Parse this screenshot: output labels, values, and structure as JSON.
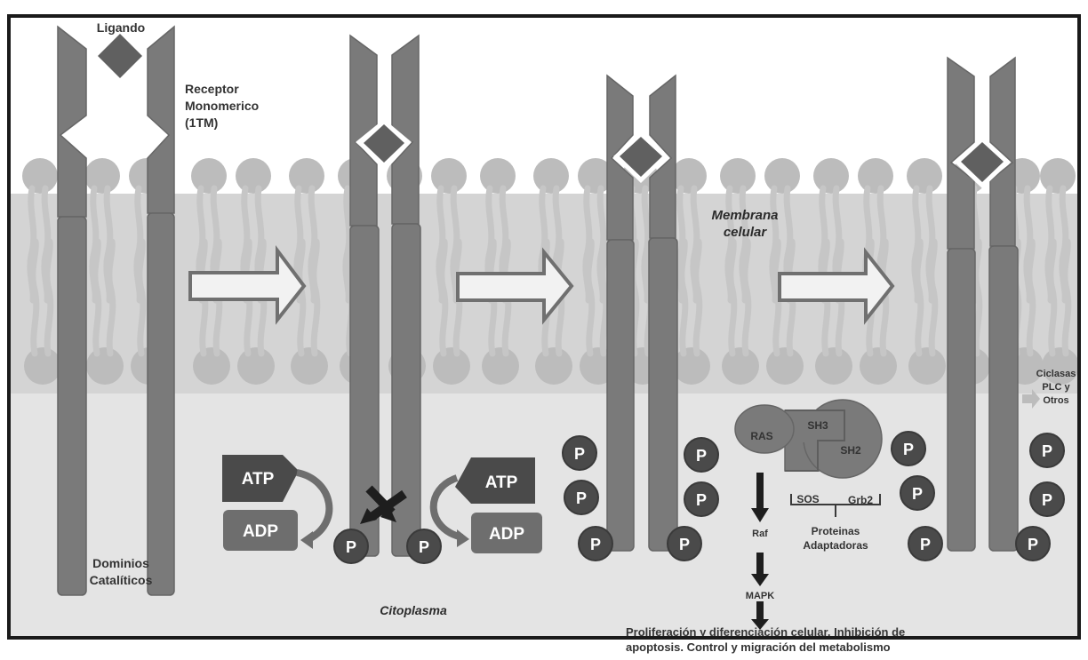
{
  "title": "Receptor Tirosina Quinasa - Mecanismo de activación",
  "labels": {
    "ligand": "Ligando",
    "receptor_line1": "Receptor",
    "receptor_line2": "Monomerico",
    "receptor_line3": "(1TM)",
    "membrane_line1": "Membrana",
    "membrane_line2": "celular",
    "catalytic_line1": "Dominios",
    "catalytic_line2": "Catalíticos",
    "cytoplasm": "Citoplasma",
    "others_line1": "Ciclasas",
    "others_line2": "PLC y",
    "others_line3": "Otros"
  },
  "stage2": {
    "atp_left": "ATP",
    "adp_left": "ADP",
    "atp_right": "ATP",
    "adp_right": "ADP",
    "phospho_left": "P",
    "phospho_right": "P"
  },
  "stage3": {
    "phospho": [
      "P",
      "P",
      "P",
      "P",
      "P",
      "P"
    ]
  },
  "signaling": {
    "ras": "RAS",
    "sh3": "SH3",
    "sh2": "SH2",
    "sos": "SOS",
    "grb2": "Grb2",
    "adaptors_line1": "Proteinas",
    "adaptors_line2": "Adaptadoras",
    "raf": "Raf",
    "mapk": "MAPK",
    "outcome_line1": "Proliferación y diferenciación celular. Inhibición de",
    "outcome_line2": "apoptosis. Control y migración del metabolismo"
  },
  "stage4": {
    "phospho": [
      "P",
      "P",
      "P",
      "P",
      "P",
      "P"
    ]
  },
  "colors": {
    "receptor": "#7a7a7a",
    "receptor_dark": "#5e5e5e",
    "ligand": "#606060",
    "phosphate": "#4a4a4a",
    "membrane_band": "#d4d4d4",
    "lipid": "#bcbcbc",
    "cytoplasm": "#e4e4e4",
    "border": "#1a1a1a"
  }
}
